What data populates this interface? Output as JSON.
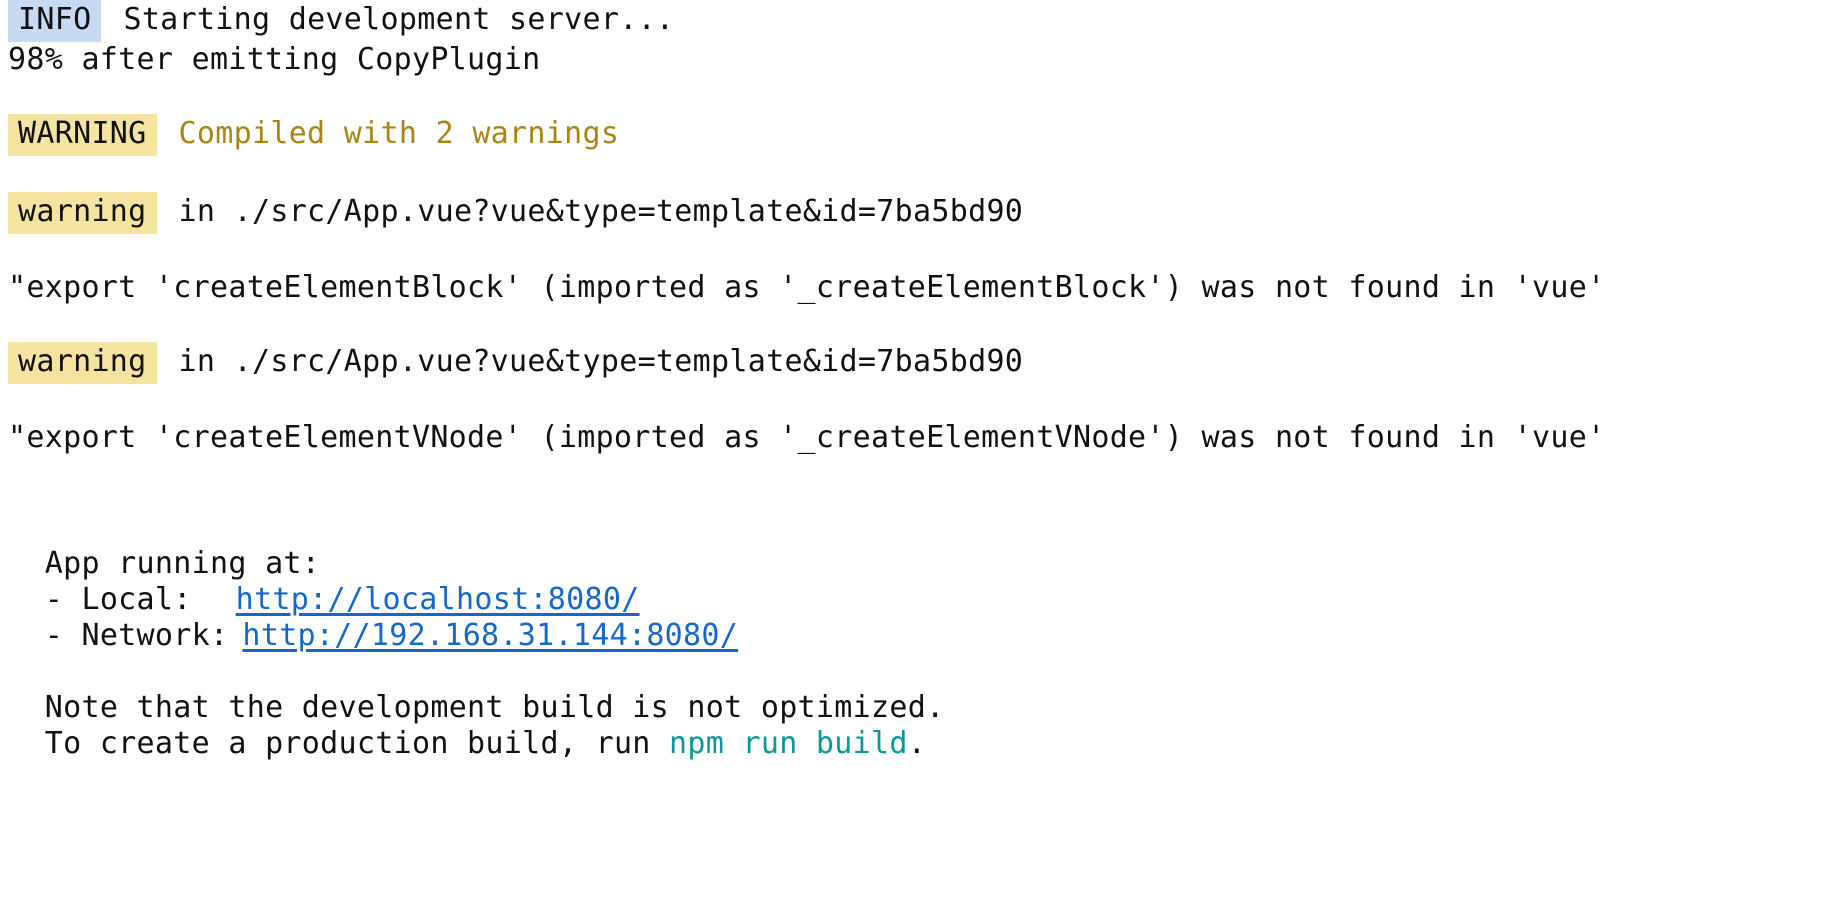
{
  "terminal": {
    "background": "#ffffff",
    "text_color": "#111111",
    "colors": {
      "info_badge_bg": "#c6daf2",
      "warning_badge_bg": "#f5e3a0",
      "warning_text": "#a88512",
      "link": "#1668c8",
      "command": "#0c9898"
    },
    "lines": {
      "info_badge": "INFO",
      "info_message": "Starting development server...",
      "progress": "98% after emitting CopyPlugin",
      "warning_badge": "WARNING",
      "warning_summary": "Compiled with 2 warnings",
      "warning1_badge": "warning",
      "warning1_location": "in ./src/App.vue?vue&type=template&id=7ba5bd90",
      "warning1_message": "\"export 'createElementBlock' (imported as '_createElementBlock') was not found in 'vue'",
      "warning2_badge": "warning",
      "warning2_location": "in ./src/App.vue?vue&type=template&id=7ba5bd90",
      "warning2_message": "\"export 'createElementVNode' (imported as '_createElementVNode') was not found in 'vue'",
      "app_running_header": "App running at:",
      "local_label": "- Local:",
      "local_url": "http://localhost:8080/",
      "network_label": "- Network:",
      "network_url": "http://192.168.31.144:8080/",
      "note_line": "Note that the development build is not optimized.",
      "build_prefix": "To create a production build, run ",
      "build_command": "npm run build",
      "build_suffix": "."
    }
  }
}
